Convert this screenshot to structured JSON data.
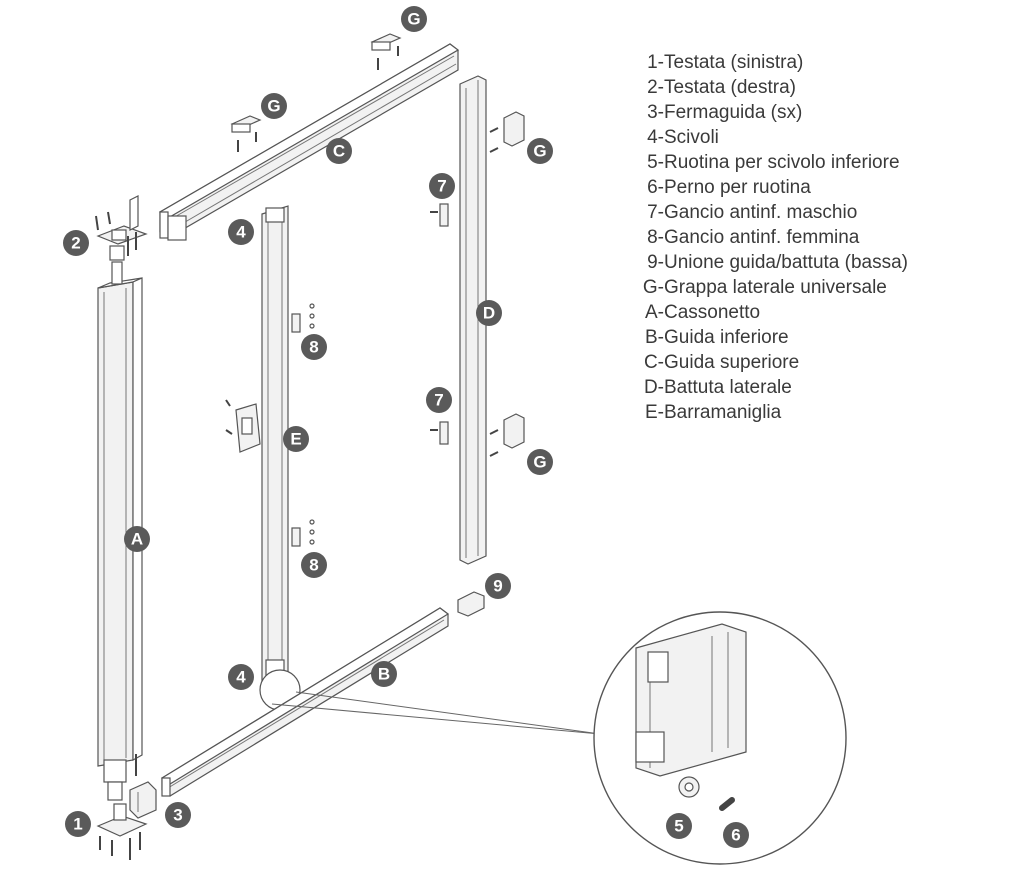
{
  "legend": [
    {
      "code": "1-",
      "desc": "Testata (sinistra)"
    },
    {
      "code": "2-",
      "desc": "Testata (destra)"
    },
    {
      "code": "3-",
      "desc": "Fermaguida (sx)"
    },
    {
      "code": "4-",
      "desc": "Scivoli"
    },
    {
      "code": "5-",
      "desc": "Ruotina per scivolo inferiore"
    },
    {
      "code": "6-",
      "desc": "Perno per ruotina"
    },
    {
      "code": "7-",
      "desc": "Gancio antinf. maschio"
    },
    {
      "code": "8-",
      "desc": "Gancio antinf. femmina"
    },
    {
      "code": "9-",
      "desc": "Unione guida/battuta (bassa)"
    },
    {
      "code": "G-",
      "desc": "Grappa laterale universale"
    },
    {
      "code": "A-",
      "desc": "Cassonetto"
    },
    {
      "code": "B-",
      "desc": "Guida inferiore"
    },
    {
      "code": "C-",
      "desc": "Guida superiore"
    },
    {
      "code": "D-",
      "desc": "Battuta laterale"
    },
    {
      "code": "E-",
      "desc": "Barramaniglia"
    }
  ],
  "badges": {
    "g1": "G",
    "g2": "G",
    "g3": "G",
    "g4": "G",
    "c": "C",
    "d": "D",
    "a": "A",
    "e": "E",
    "b": "B",
    "n1": "1",
    "n2": "2",
    "n3": "3",
    "n4a": "4",
    "n4b": "4",
    "n5": "5",
    "n6": "6",
    "n7a": "7",
    "n7b": "7",
    "n8a": "8",
    "n8b": "8",
    "n9": "9"
  },
  "colors": {
    "badge": "#5a5a5a",
    "line": "#555555",
    "text": "#3a3a3a"
  }
}
